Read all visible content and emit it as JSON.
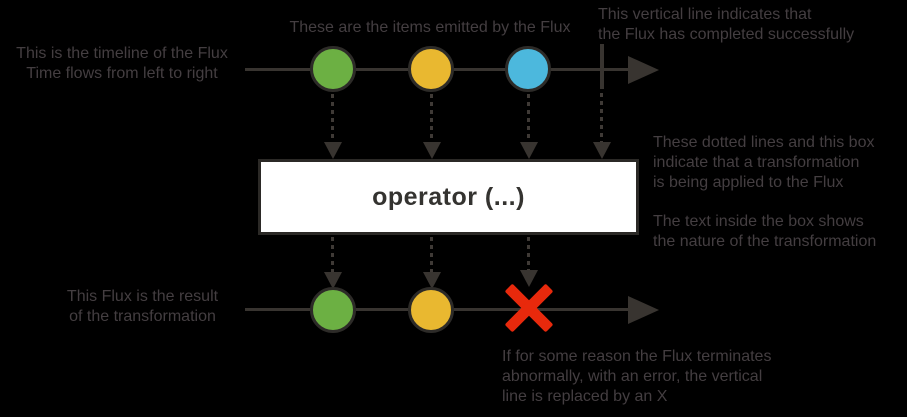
{
  "diagram": {
    "title_semantic": "Flux marble diagram explanation",
    "background": "#000000",
    "colors": {
      "marble_green": "#6cb043",
      "marble_yellow": "#e9b830",
      "marble_blue": "#4cb8dd",
      "timeline": "#383430",
      "error_x": "#e8290c",
      "operator_box_bg": "#ffffff",
      "operator_box_border": "#2b2926",
      "annotation_text": "#443e41"
    },
    "source_flux": {
      "items": [
        "green",
        "yellow",
        "blue"
      ],
      "terminal": "complete"
    },
    "result_flux": {
      "items": [
        "green",
        "yellow"
      ],
      "terminal": "error"
    }
  },
  "operator_box": {
    "label": "operator (...)"
  },
  "annotations": {
    "timeline_left": {
      "line1": "This is the timeline of the Flux",
      "line2": "Time flows from left to right"
    },
    "items_top": {
      "line1": "These are the items emitted by the Flux"
    },
    "complete_right": {
      "line1": "This vertical line indicates that",
      "line2": "the Flux has completed successfully"
    },
    "transform_right": {
      "line1": "These dotted lines and this box",
      "line2": "indicate that a transformation",
      "line3": "is being applied to the Flux"
    },
    "box_text_right": {
      "line1": "The text inside the box shows",
      "line2": "the nature of the transformation"
    },
    "result_left": {
      "line1": "This Flux is the result",
      "line2": "of the transformation"
    },
    "error_bottom": {
      "line1": "If for some reason the Flux terminates",
      "line2": "abnormally, with an error, the vertical",
      "line3": "line is replaced by an X"
    }
  }
}
